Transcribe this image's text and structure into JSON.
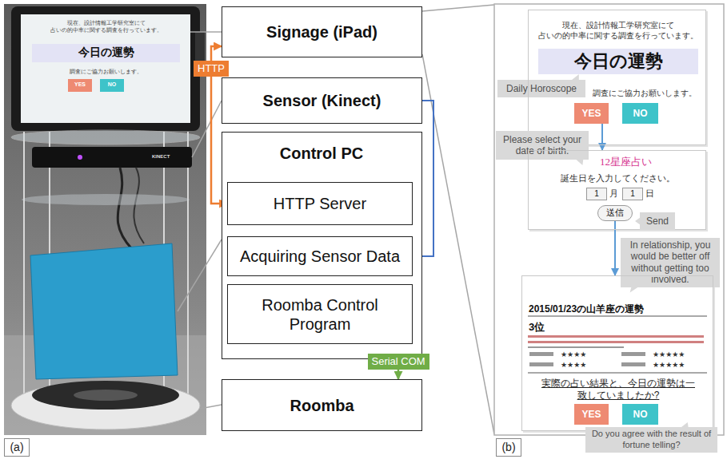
{
  "diagram": {
    "nodes": [
      {
        "text": [
          "Signage (iPad)"
        ]
      },
      {
        "text": [
          "Sensor (Kinect)"
        ]
      },
      {
        "text": [
          "Control PC"
        ]
      },
      {
        "text": [
          "HTTP Server"
        ],
        "in": 2
      },
      {
        "text": [
          "Acquiring Sensor Data"
        ],
        "in": 2
      },
      {
        "text": [
          "Roomba Control Program"
        ],
        "in": 2
      },
      {
        "text": [
          "Roomba"
        ]
      },
      {
        "text": [
          "Daily Horoscope"
        ]
      },
      {
        "text": [
          "現在、設計情報工学研究室にて 占いの的中率に関する調査を行っています。",
          "調査にご協力お願いします。"
        ]
      },
      {
        "text": [
          "今日の運勢"
        ],
        "in": 8
      },
      {
        "text": [
          "YES"
        ],
        "in": 8
      },
      {
        "text": [
          "NO"
        ],
        "in": 8
      },
      {
        "text": [
          "Please select your date of birth."
        ]
      },
      {
        "text": [
          "12星座占い",
          "誕生日を入力してください。",
          "月",
          "日"
        ]
      },
      {
        "text": [
          "1"
        ],
        "in": 13
      },
      {
        "text": [
          "1"
        ],
        "in": 13
      },
      {
        "text": [
          "送信"
        ],
        "in": 13
      },
      {
        "text": [
          "Send"
        ]
      },
      {
        "text": [
          "In relationship, you would be better off without getting too involved."
        ]
      },
      {
        "text": [
          "2015/01/23の山羊座の運勢",
          "3位",
          "★★★★",
          "★★★★★",
          "★★★★",
          "★★★★★",
          "実際の占い結果と、今日の運勢は一致していましたか?"
        ]
      },
      {
        "text": [
          "YES"
        ],
        "in": 19
      },
      {
        "text": [
          "NO"
        ],
        "in": 19
      },
      {
        "text": [
          "Do you agree with the result of fortune telling?"
        ]
      }
    ],
    "edges": [
      {
        "from": 0,
        "to": 3,
        "label": "HTTP",
        "arrow": "both"
      },
      {
        "from": 1,
        "to": 4,
        "arrow": "to"
      },
      {
        "from": 5,
        "to": 6,
        "label": "Serial COM",
        "arrow": "to"
      },
      {
        "from": 10,
        "to": 13,
        "arrow": "to"
      },
      {
        "from": 16,
        "to": 19,
        "arrow": "to"
      }
    ],
    "labels": [
      "現在、設計情報工学研究室にて 占いの的中率に関する調査を行っています。",
      "今日の運勢",
      "調査にご協力お願いします。",
      "YES",
      "NO",
      "KINECT",
      "(a)",
      "(b)"
    ]
  }
}
